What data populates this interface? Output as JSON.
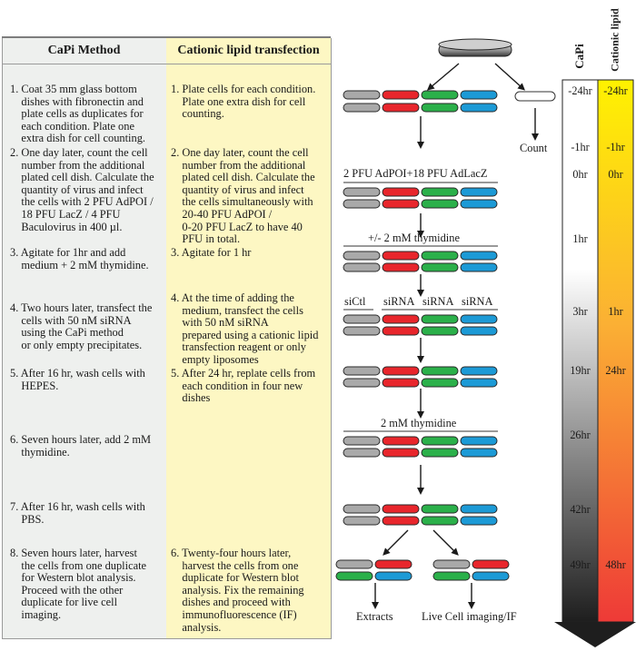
{
  "columns": {
    "capi": {
      "title": "CaPi Method",
      "steps": [
        "1. Coat 35 mm glass bottom\n    dishes with fibronectin and\n    plate cells as duplicates for\n    each condition. Plate one\n    extra dish for cell counting.",
        "2. One day later, count the cell\n    number from the additional\n    plated cell dish. Calculate the\n    quantity of virus and infect\n    the cells with 2 PFU AdPOI /\n    18 PFU LacZ / 4 PFU\n    Baculovirus in 400 µl.",
        "3. Agitate for 1hr and add\n    medium + 2 mM thymidine.",
        "4. Two hours later, transfect the\n    cells with 50 nM siRNA\n    using the CaPi method\n    or only empty precipitates.",
        "5. After 16 hr, wash cells with\n    HEPES.",
        "6. Seven hours later, add 2 mM\n    thymidine.",
        "7. After 16 hr, wash cells with\n    PBS.",
        "8. Seven hours later, harvest\n    the cells from one duplicate\n    for Western blot analysis.\n    Proceed with the other\n    duplicate for live cell\n    imaging."
      ]
    },
    "lipid": {
      "title": "Cationic lipid transfection",
      "steps": [
        "1. Plate cells for each condition.\n    Plate one extra dish for cell\n    counting.",
        "2. One day later, count the cell\n    number from the additional\n    plated cell dish. Calculate the\n    quantity of virus and infect\n    the cells simultaneously with\n    20-40 PFU AdPOI /\n    0-20 PFU LacZ to have 40\n    PFU in total.",
        "3. Agitate for 1 hr",
        "4. At the time of adding the\n    medium, transfect the cells\n    with 50 nM siRNA\n    prepared using a cationic lipid\n    transfection reagent or only\n    empty liposomes",
        "5. After 24 hr, replate cells from\n    each condition in four new\n    dishes",
        "6. Twenty-four hours later,\n    harvest the cells from one\n    duplicate for Western blot\n    analysis. Fix the remaining\n    dishes and proceed with\n    immunofluorescence (IF)\n    analysis."
      ]
    }
  },
  "diagram": {
    "count": "Count",
    "virus_label": "2 PFU AdPOI+18 PFU AdLacZ",
    "thymidine_1": "+/- 2 mM thymidine",
    "sirna_labels": [
      "siCtl",
      "siRNA",
      "siRNA",
      "siRNA"
    ],
    "thymidine_2": "2 mM thymidine",
    "extracts": "Extracts",
    "live_imaging": "Live Cell imaging/IF"
  },
  "timeline": {
    "capi_title": "CaPi",
    "lipid_title": "Cationic lipid",
    "capi_times": [
      "-24hr",
      "-1hr",
      "0hr",
      "1hr",
      "3hr",
      "19hr",
      "26hr",
      "42hr",
      "49hr"
    ],
    "lipid_times": [
      "-24hr",
      "-1hr",
      "0hr",
      "1hr",
      "24hr",
      "48hr"
    ]
  },
  "colors": {
    "gray": "#a9a9a9",
    "red": "#e8262c",
    "green": "#2bb04a",
    "blue": "#1c9ad6",
    "lipid_gradient_top": "#fff200",
    "lipid_gradient_bottom": "#ee3a37"
  }
}
